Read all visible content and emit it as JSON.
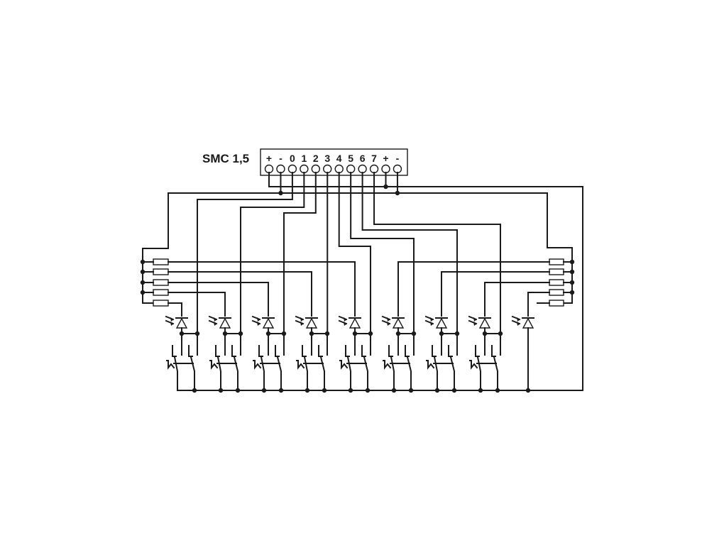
{
  "component": {
    "title": "SMC 1,5",
    "terminals": [
      "+",
      "-",
      "0",
      "1",
      "2",
      "3",
      "4",
      "5",
      "6",
      "7",
      "+",
      "-"
    ]
  },
  "colors": {
    "line": "#1a1a1a",
    "background": "#ffffff"
  }
}
